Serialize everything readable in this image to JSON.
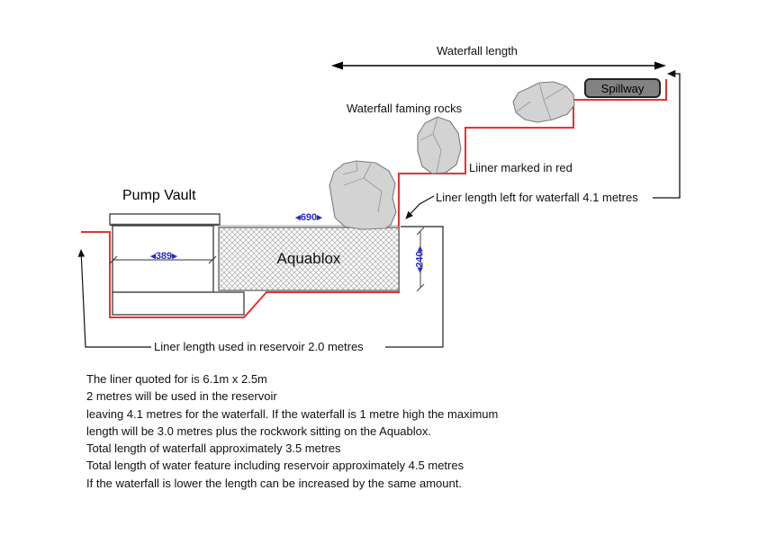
{
  "labels": {
    "waterfall_length": "Waterfall length",
    "spillway": "Spillway",
    "framing_rocks": "Waterfall faming rocks",
    "liner_marked": "Liiner marked in red",
    "liner_waterfall": "Liner length left for waterfall 4.1 metres",
    "pump_vault": "Pump Vault",
    "aquablox": "Aquablox",
    "liner_reservoir": "Liner length used in reservoir 2.0 metres"
  },
  "dimensions": {
    "aquablox_width": "◂690▸",
    "pump_vault_width": "◂389▸",
    "aquablox_height": "◂240▸"
  },
  "notes": [
    "The liner quoted for is 6.1m x 2.5m",
    "2 metres will be used in the reservoir",
    "leaving 4.1 metres for the waterfall. If the waterfall is 1 metre high the maximum",
    "length will be 3.0 metres plus the rockwork sitting on the Aquablox.",
    "Total length of waterfall approximately 3.5 metres",
    "Total length of water feature including reservoir approximately 4.5 metres",
    "If the waterfall is lower the length can be increased by the same amount."
  ],
  "colors": {
    "liner_red": "#e8322d",
    "dimension_blue": "#2b2bc8",
    "rock_fill": "#d3d3d3",
    "spillway_fill": "#828282"
  }
}
